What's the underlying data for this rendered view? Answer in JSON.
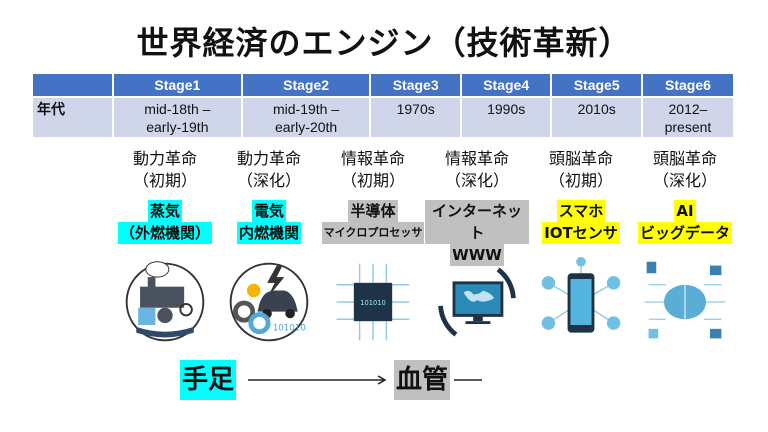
{
  "title": "世界経済のエンジン（技術革新）",
  "table": {
    "row_label": "年代",
    "stages": [
      {
        "name": "Stage1",
        "era": [
          "mid-18th –",
          "early-19th"
        ],
        "revolution": [
          "動力革命",
          "（初期）"
        ],
        "tech": [
          "蒸気",
          "（外燃機関）"
        ],
        "color": "#00ffff",
        "icon": "steam-locomotive-icon"
      },
      {
        "name": "Stage2",
        "era": [
          "mid-19th –",
          "early-20th"
        ],
        "revolution": [
          "動力革命",
          "（深化）"
        ],
        "tech": [
          "電気",
          "内燃機関"
        ],
        "color": "#00ffff",
        "icon": "car-lightning-icon"
      },
      {
        "name": "Stage3",
        "era": [
          "1970s",
          ""
        ],
        "revolution": [
          "情報革命",
          "（初期）"
        ],
        "tech": [
          "半導体",
          "マイクロプロセッサ"
        ],
        "color": "#c0c0c0",
        "icon": "microchip-icon"
      },
      {
        "name": "Stage4",
        "era": [
          "1990s",
          ""
        ],
        "revolution": [
          "情報革命",
          "（深化）"
        ],
        "tech": [
          "インターネット",
          "WWW"
        ],
        "color": "#c0c0c0",
        "icon": "internet-monitor-icon"
      },
      {
        "name": "Stage5",
        "era": [
          "2010s",
          ""
        ],
        "revolution": [
          "頭脳革命",
          "（初期）"
        ],
        "tech": [
          "スマホ",
          "IOTセンサ"
        ],
        "color": "#ffff00",
        "icon": "smartphone-iot-icon"
      },
      {
        "name": "Stage6",
        "era": [
          "2012–",
          "present"
        ],
        "revolution": [
          "頭脳革命",
          "（深化）"
        ],
        "tech": [
          "AI",
          "ビッグデータ"
        ],
        "color": "#ffff00",
        "icon": "ai-brain-icon"
      }
    ]
  },
  "bottom": {
    "left": "手足",
    "right": "血管"
  }
}
